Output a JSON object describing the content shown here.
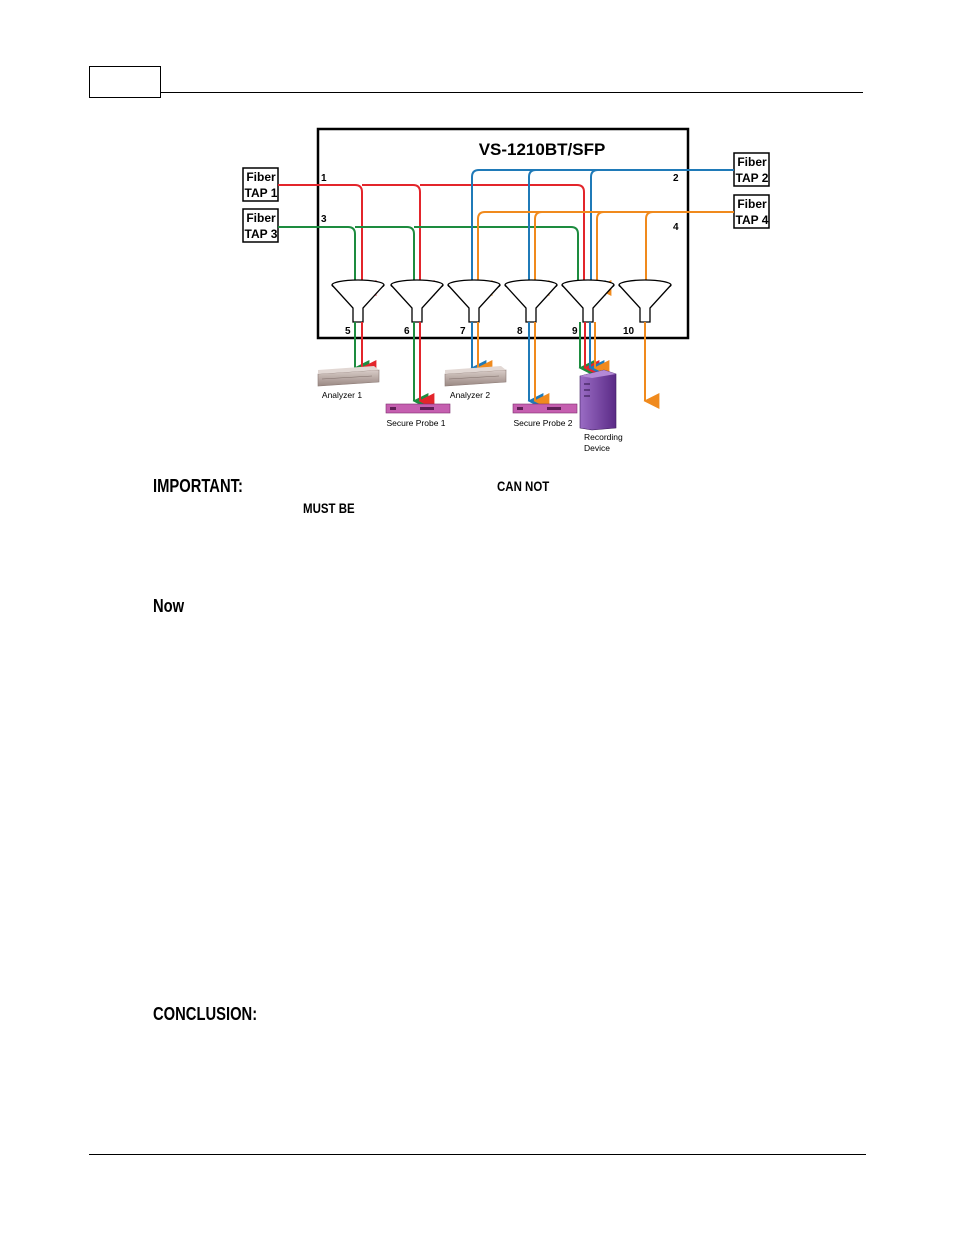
{
  "diagram": {
    "device_title": "VS-1210BT/SFP",
    "taps": [
      {
        "line1": "Fiber",
        "line2": "TAP 1"
      },
      {
        "line1": "Fiber",
        "line2": "TAP 3"
      },
      {
        "line1": "Fiber",
        "line2": "TAP 2"
      },
      {
        "line1": "Fiber",
        "line2": "TAP 4"
      }
    ],
    "input_ports": [
      "1",
      "3",
      "2",
      "4"
    ],
    "output_ports": [
      "5",
      "6",
      "7",
      "8",
      "9",
      "10"
    ],
    "devices": [
      {
        "label": "Analyzer 1"
      },
      {
        "label": "Analyzer 2"
      },
      {
        "label": "Secure Probe 1"
      },
      {
        "label": "Secure Probe 2"
      },
      {
        "label_line1": "Recording",
        "label_line2": "Device"
      }
    ],
    "colors": {
      "tap1": "#e3252b",
      "tap2": "#1f7ab8",
      "tap3": "#1d8c3f",
      "tap4": "#f08a1d",
      "device_purple": "#7b3fa6",
      "probe_pink": "#c55fb0",
      "analyzer_gray": "#b9a9a4"
    }
  },
  "text": {
    "important_label": "IMPORTANT:",
    "can_not": "CAN NOT",
    "must_be": "MUST BE",
    "now": "Now",
    "conclusion_label": "CONCLUSION:"
  }
}
